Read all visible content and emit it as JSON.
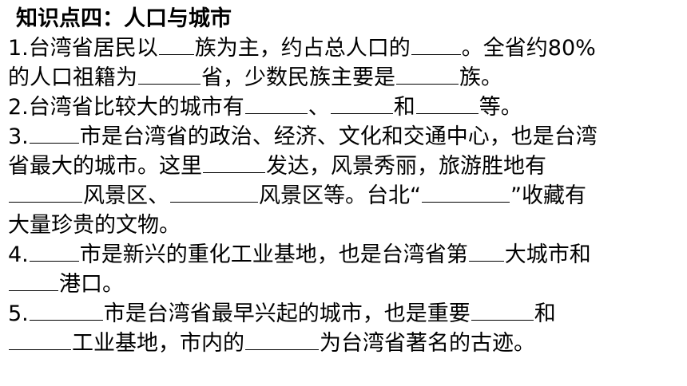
{
  "title": "知识点四：人口与城市",
  "lines": [
    [
      "1.台湾省居民以",
      "族为主，约占总人口的",
      "。全省约80%"
    ],
    [
      "的人口祖籍为",
      "省，少数民族主要是",
      "族。"
    ],
    [
      "2.台湾省比较大的城市有",
      "、",
      "和",
      "等。"
    ],
    [
      "3.",
      "市是台湾省的政治、经济、文化和交通中心，也是台湾"
    ],
    [
      "省最大的城市。这里",
      "发达，风景秀丽，旅游胜地有"
    ],
    [
      "",
      "风景区、",
      "风景区等。台北“",
      "”收藏有"
    ],
    [
      "大量珍贵的文物。"
    ],
    [
      "4.",
      "市是新兴的重化工业基地，也是台湾省第",
      "大城市和"
    ],
    [
      "",
      "港口。"
    ],
    [
      "5.",
      "市是台湾省最早兴起的城市，也是重要",
      "和"
    ],
    [
      "",
      "工业基地，市内的",
      "为台湾省著名的古迹。"
    ]
  ]
}
